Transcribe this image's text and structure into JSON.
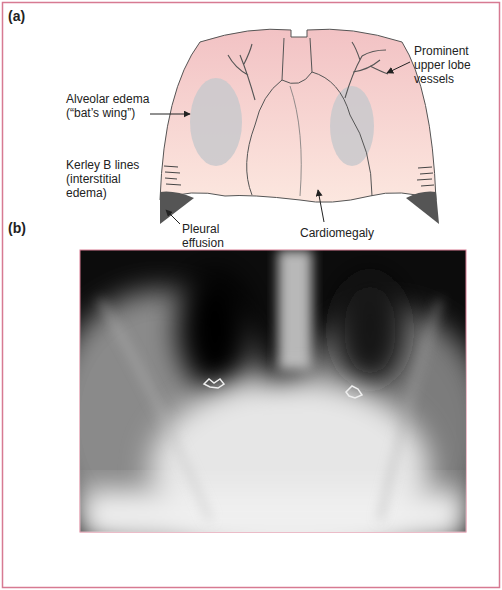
{
  "diagram": {
    "labels": [
      "(a)",
      "Prominent upper lobe vessels",
      "Alveolar edema (“bat’s wing”)",
      "Kerley B lines (interstitial edema)",
      "Pleural effusion",
      "Cardiomegaly",
      "(b)"
    ]
  }
}
